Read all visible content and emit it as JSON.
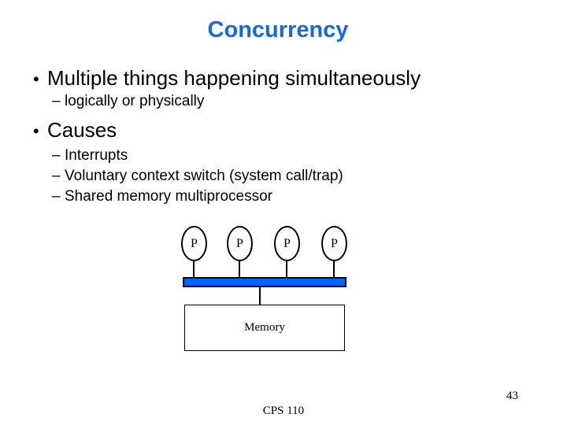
{
  "title": "Concurrency",
  "colors": {
    "title_blue": "#1b69ce",
    "bus_blue": "#0066ff"
  },
  "bullets": [
    {
      "marker": "•",
      "text": "Multiple things happening simultaneously",
      "subs": [
        {
          "marker": "–",
          "text": "logically or physically"
        }
      ]
    },
    {
      "marker": "•",
      "text": "Causes",
      "subs": [
        {
          "marker": "–",
          "text": "Interrupts"
        },
        {
          "marker": "–",
          "text": "Voluntary context switch (system call/trap)"
        },
        {
          "marker": "–",
          "text": "Shared memory multiprocessor"
        }
      ]
    }
  ],
  "diagram": {
    "processors": [
      {
        "label": "P"
      },
      {
        "label": "P"
      },
      {
        "label": "P"
      },
      {
        "label": "P"
      }
    ],
    "memory_label": "Memory"
  },
  "footer": {
    "course": "CPS 110",
    "page_number": "43"
  }
}
